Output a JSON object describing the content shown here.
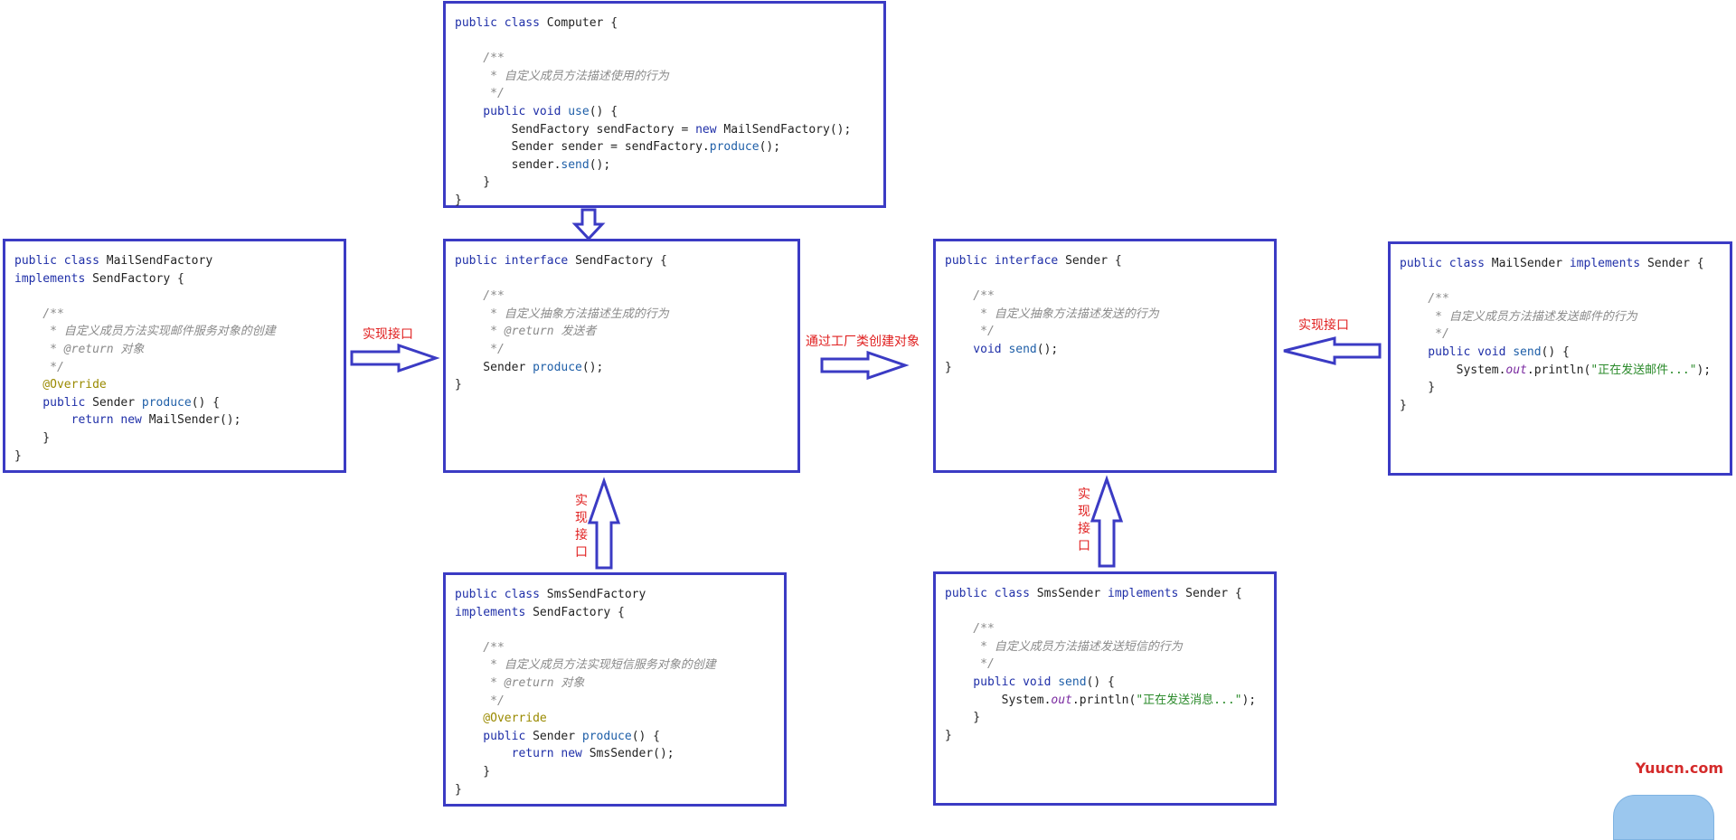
{
  "diagram": {
    "labels": {
      "mail_factory_implements": "实现接口",
      "factory_creates": "通过工厂类创建对象",
      "mail_sender_implements": "实现接口",
      "sms_factory_implements": "实现接口",
      "sms_sender_implements": "实现接口"
    },
    "watermark": "Yuucn.com",
    "boxes": {
      "computer": [
        [
          {
            "t": "public class ",
            "c": "kw"
          },
          {
            "t": "Computer {"
          }
        ],
        [],
        [
          {
            "t": "    /**",
            "c": "cm"
          }
        ],
        [
          {
            "t": "     * 自定义成员方法描述使用的行为",
            "c": "cm"
          }
        ],
        [
          {
            "t": "     */",
            "c": "cm"
          }
        ],
        [
          {
            "t": "    public void ",
            "c": "kw"
          },
          {
            "t": "use",
            "c": "mth"
          },
          {
            "t": "() {"
          }
        ],
        [
          {
            "t": "        SendFactory sendFactory = "
          },
          {
            "t": "new ",
            "c": "kw"
          },
          {
            "t": "MailSendFactory();"
          }
        ],
        [
          {
            "t": "        Sender sender = sendFactory."
          },
          {
            "t": "produce",
            "c": "mth"
          },
          {
            "t": "();"
          }
        ],
        [
          {
            "t": "        sender."
          },
          {
            "t": "send",
            "c": "mth"
          },
          {
            "t": "();"
          }
        ],
        [
          {
            "t": "    }"
          }
        ],
        [
          {
            "t": "}"
          }
        ]
      ],
      "mail_send_factory": [
        [
          {
            "t": "public class ",
            "c": "kw"
          },
          {
            "t": "MailSendFactory"
          }
        ],
        [
          {
            "t": "implements ",
            "c": "kw"
          },
          {
            "t": "SendFactory {"
          }
        ],
        [],
        [
          {
            "t": "    /**",
            "c": "cm"
          }
        ],
        [
          {
            "t": "     * 自定义成员方法实现邮件服务对象的创建",
            "c": "cm"
          }
        ],
        [
          {
            "t": "     * @return 对象",
            "c": "cm"
          }
        ],
        [
          {
            "t": "     */",
            "c": "cm"
          }
        ],
        [
          {
            "t": "    @Override",
            "c": "an"
          }
        ],
        [
          {
            "t": "    public ",
            "c": "kw"
          },
          {
            "t": "Sender "
          },
          {
            "t": "produce",
            "c": "mth"
          },
          {
            "t": "() {"
          }
        ],
        [
          {
            "t": "        return new ",
            "c": "kw"
          },
          {
            "t": "MailSender();"
          }
        ],
        [
          {
            "t": "    }"
          }
        ],
        [
          {
            "t": "}"
          }
        ]
      ],
      "send_factory": [
        [
          {
            "t": "public interface ",
            "c": "kw"
          },
          {
            "t": "SendFactory {"
          }
        ],
        [],
        [
          {
            "t": "    /**",
            "c": "cm"
          }
        ],
        [
          {
            "t": "     * 自定义抽象方法描述生成的行为",
            "c": "cm"
          }
        ],
        [
          {
            "t": "     * @return 发送者",
            "c": "cm"
          }
        ],
        [
          {
            "t": "     */",
            "c": "cm"
          }
        ],
        [
          {
            "t": "    Sender "
          },
          {
            "t": "produce",
            "c": "mth"
          },
          {
            "t": "();"
          }
        ],
        [
          {
            "t": "}"
          }
        ]
      ],
      "sender": [
        [
          {
            "t": "public interface ",
            "c": "kw"
          },
          {
            "t": "Sender {"
          }
        ],
        [],
        [
          {
            "t": "    /**",
            "c": "cm"
          }
        ],
        [
          {
            "t": "     * 自定义抽象方法描述发送的行为",
            "c": "cm"
          }
        ],
        [
          {
            "t": "     */",
            "c": "cm"
          }
        ],
        [
          {
            "t": "    void ",
            "c": "kw"
          },
          {
            "t": "send",
            "c": "mth"
          },
          {
            "t": "();"
          }
        ],
        [
          {
            "t": "}"
          }
        ]
      ],
      "mail_sender": [
        [
          {
            "t": "public class ",
            "c": "kw"
          },
          {
            "t": "MailSender "
          },
          {
            "t": "implements ",
            "c": "kw"
          },
          {
            "t": "Sender {"
          }
        ],
        [],
        [
          {
            "t": "    /**",
            "c": "cm"
          }
        ],
        [
          {
            "t": "     * 自定义成员方法描述发送邮件的行为",
            "c": "cm"
          }
        ],
        [
          {
            "t": "     */",
            "c": "cm"
          }
        ],
        [
          {
            "t": "    public void ",
            "c": "kw"
          },
          {
            "t": "send",
            "c": "mth"
          },
          {
            "t": "() {"
          }
        ],
        [
          {
            "t": "        System."
          },
          {
            "t": "out",
            "c": "fld"
          },
          {
            "t": ".println("
          },
          {
            "t": "\"正在发送邮件...\"",
            "c": "st"
          },
          {
            "t": ");"
          }
        ],
        [
          {
            "t": "    }"
          }
        ],
        [
          {
            "t": "}"
          }
        ]
      ],
      "sms_send_factory": [
        [
          {
            "t": "public class ",
            "c": "kw"
          },
          {
            "t": "SmsSendFactory"
          }
        ],
        [
          {
            "t": "implements ",
            "c": "kw"
          },
          {
            "t": "SendFactory {"
          }
        ],
        [],
        [
          {
            "t": "    /**",
            "c": "cm"
          }
        ],
        [
          {
            "t": "     * 自定义成员方法实现短信服务对象的创建",
            "c": "cm"
          }
        ],
        [
          {
            "t": "     * @return 对象",
            "c": "cm"
          }
        ],
        [
          {
            "t": "     */",
            "c": "cm"
          }
        ],
        [
          {
            "t": "    @Override",
            "c": "an"
          }
        ],
        [
          {
            "t": "    public ",
            "c": "kw"
          },
          {
            "t": "Sender "
          },
          {
            "t": "produce",
            "c": "mth"
          },
          {
            "t": "() {"
          }
        ],
        [
          {
            "t": "        return new ",
            "c": "kw"
          },
          {
            "t": "SmsSender();"
          }
        ],
        [
          {
            "t": "    }"
          }
        ],
        [
          {
            "t": "}"
          }
        ]
      ],
      "sms_sender": [
        [
          {
            "t": "public class ",
            "c": "kw"
          },
          {
            "t": "SmsSender "
          },
          {
            "t": "implements ",
            "c": "kw"
          },
          {
            "t": "Sender {"
          }
        ],
        [],
        [
          {
            "t": "    /**",
            "c": "cm"
          }
        ],
        [
          {
            "t": "     * 自定义成员方法描述发送短信的行为",
            "c": "cm"
          }
        ],
        [
          {
            "t": "     */",
            "c": "cm"
          }
        ],
        [
          {
            "t": "    public void ",
            "c": "kw"
          },
          {
            "t": "send",
            "c": "mth"
          },
          {
            "t": "() {"
          }
        ],
        [
          {
            "t": "        System."
          },
          {
            "t": "out",
            "c": "fld"
          },
          {
            "t": ".println("
          },
          {
            "t": "\"正在发送消息...\"",
            "c": "st"
          },
          {
            "t": ");"
          }
        ],
        [
          {
            "t": "    }"
          }
        ],
        [
          {
            "t": "}"
          }
        ]
      ]
    }
  }
}
